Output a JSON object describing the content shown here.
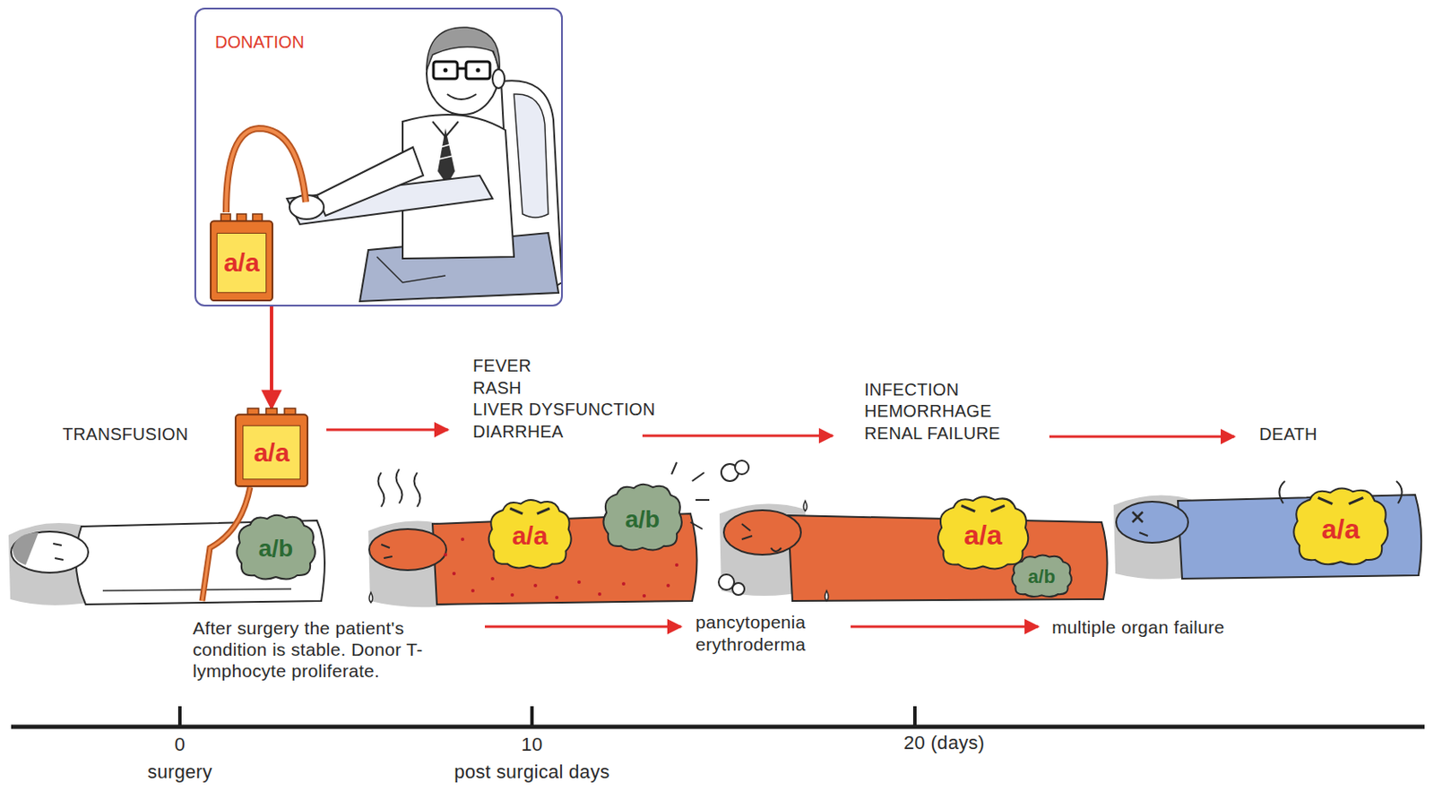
{
  "diagram": {
    "nodes": [
      {
        "text": [
          "DONATION"
        ]
      },
      {
        "text": [
          "a/a"
        ],
        "in": 0
      },
      {
        "text": [
          "a/a"
        ]
      },
      {
        "text": [
          "a/b"
        ]
      },
      {
        "text": [
          "a/a"
        ]
      },
      {
        "text": [
          "a/b"
        ]
      },
      {
        "text": [
          "a/a"
        ]
      },
      {
        "text": [
          "a/b"
        ]
      },
      {
        "text": [
          "a/a"
        ]
      }
    ],
    "edges": [
      {
        "from": 0,
        "to": 2,
        "arrow": "to"
      }
    ],
    "labels": [
      "TRANSFUSION",
      "FEVER",
      "RASH",
      "LIVER DYSFUNCTION",
      "DIARRHEA",
      "INFECTION",
      "HEMORRHAGE",
      "RENAL FAILURE",
      "DEATH",
      "After surgery the patient's condition is stable. Donor T-lymphocyte proliferate.",
      "pancytopenia",
      "erythroderma",
      "multiple organ failure",
      "0",
      "surgery",
      "10",
      "post surgical days",
      "20 (days)"
    ]
  }
}
